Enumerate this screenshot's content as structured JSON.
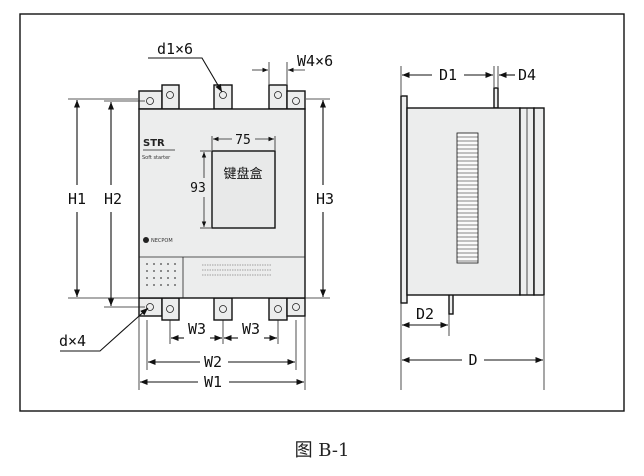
{
  "figure": {
    "caption": "图 B-1",
    "front_view": {
      "brand_title": "STR",
      "brand_subtitle": "Soft starter",
      "logo_text": "NECPOM",
      "keypad_label": "键盘盒",
      "keypad_width_dim": "75",
      "keypad_height_dim": "93"
    },
    "dimensions": {
      "d1x6": "d1×6",
      "w4x6": "W4×6",
      "dx4": "d×4",
      "h1": "H1",
      "h2": "H2",
      "h3": "H3",
      "w1": "W1",
      "w2": "W2",
      "w3_left": "W3",
      "w3_right": "W3",
      "d1": "D1",
      "d4": "D4",
      "d2": "D2",
      "d": "D"
    }
  }
}
